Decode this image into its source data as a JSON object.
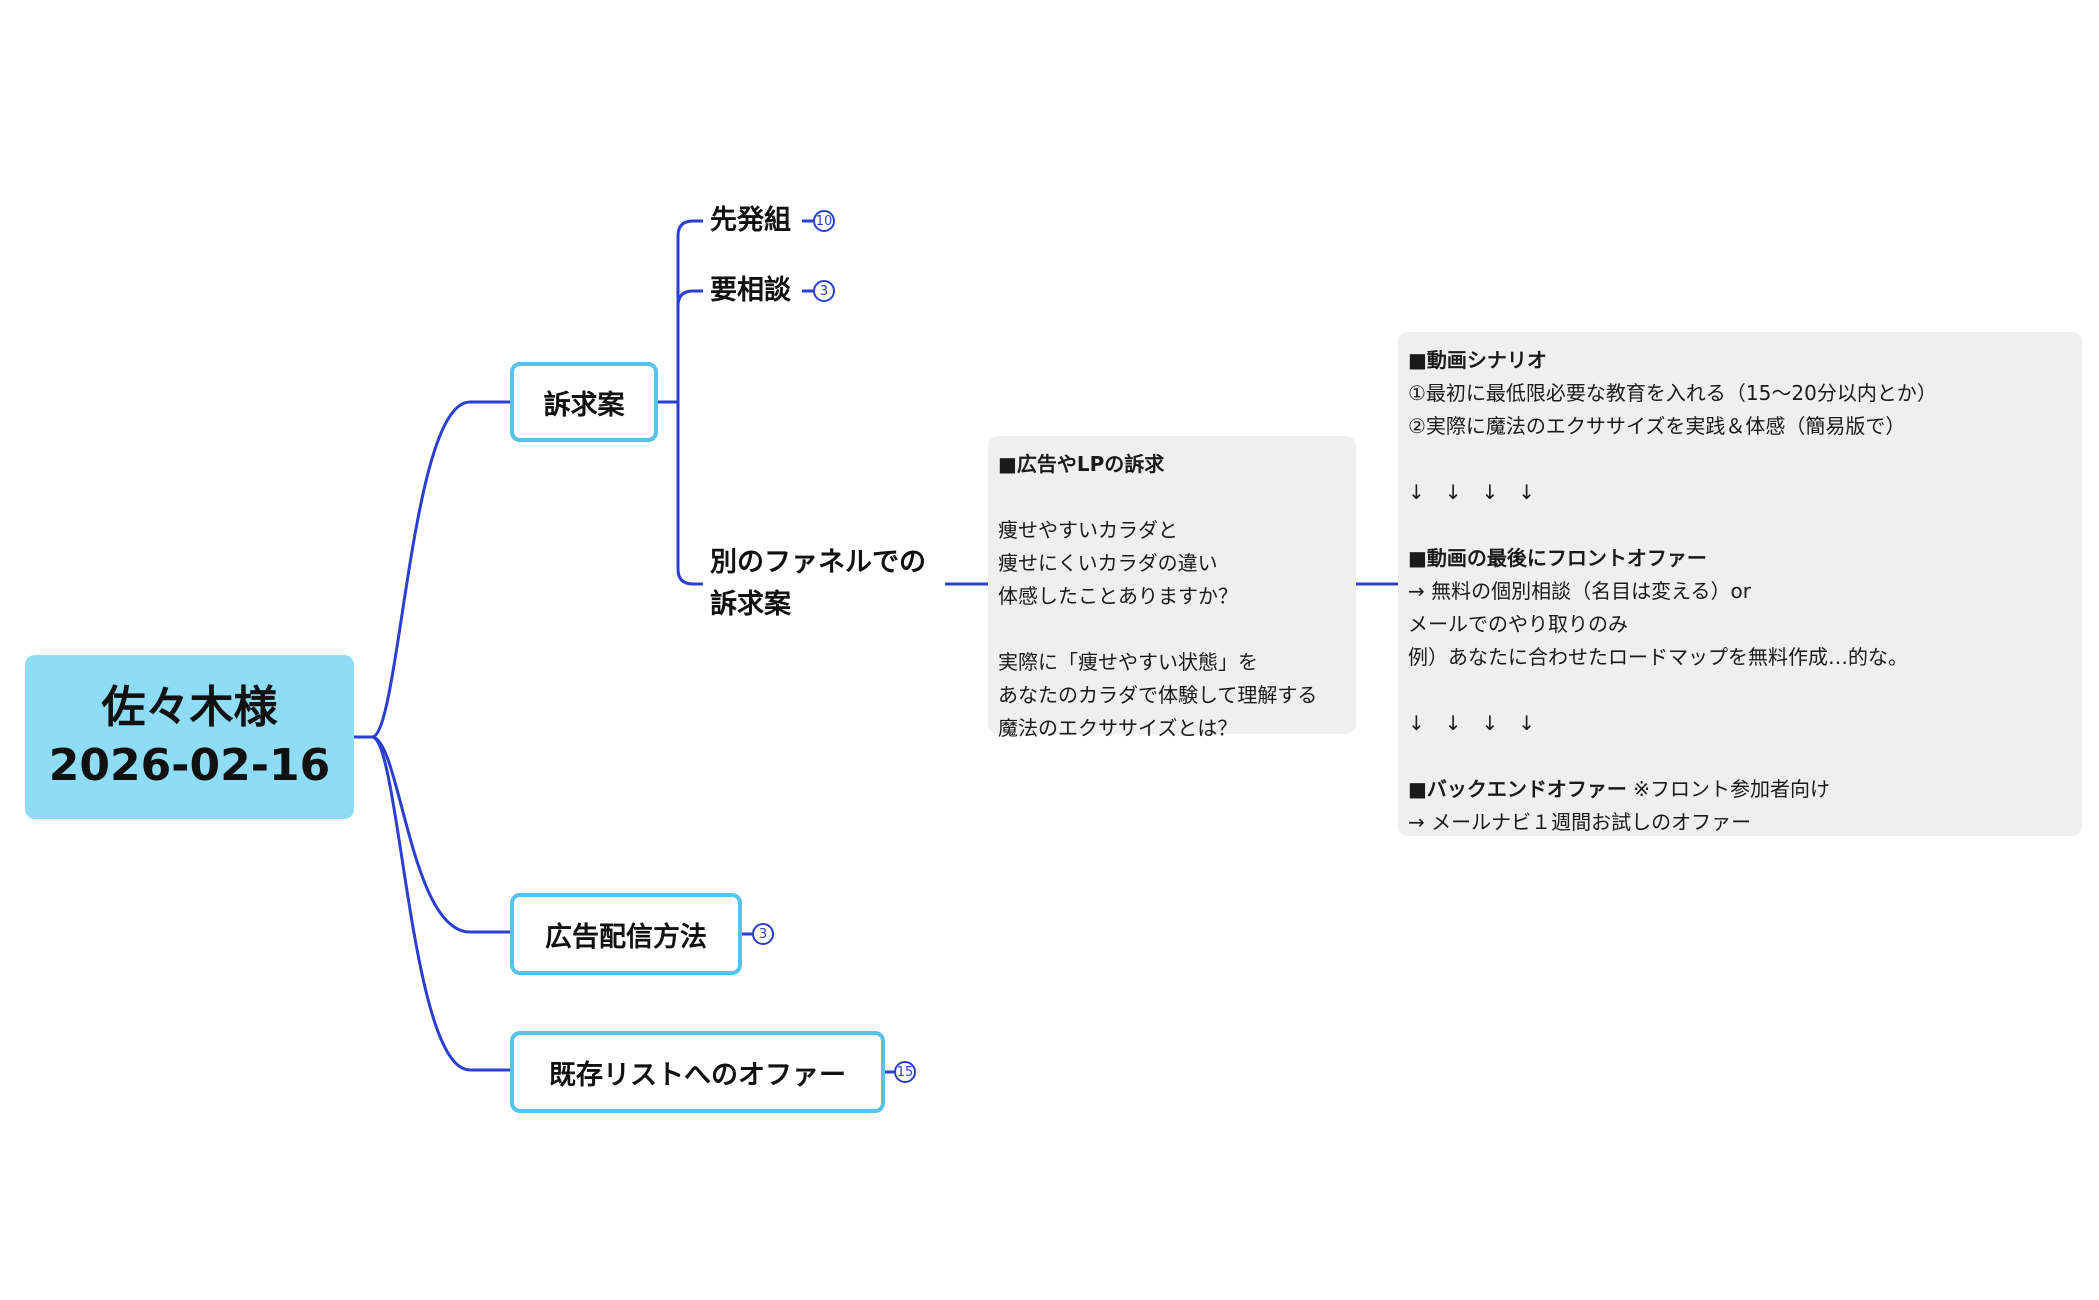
{
  "root": {
    "line1": "佐々木様",
    "line2": "2026-02-16"
  },
  "branches": {
    "appeal": {
      "label": "訴求案"
    },
    "ads": {
      "label": "広告配信方法",
      "count": "3"
    },
    "existing": {
      "label": "既存リストへのオファー",
      "count": "15"
    }
  },
  "appeal_children": {
    "early": {
      "label": "先発組",
      "count": "10"
    },
    "consult": {
      "label": "要相談",
      "count": "3"
    },
    "funnel": {
      "line1": "別のファネルでの",
      "line2": "訴求案"
    }
  },
  "note_ad": {
    "lines": [
      "■広告やLPの訴求",
      "",
      "痩せやすいカラダと",
      "痩せにくいカラダの違い",
      "体感したことありますか？",
      "",
      "実際に「痩せやすい状態」を",
      "あなたのカラダで体験して理解する",
      "魔法のエクササイズとは？"
    ]
  },
  "note_video": {
    "lines": [
      "■動画シナリオ",
      "①最初に最低限必要な教育を入れる（15〜20分以内とか）",
      "②実際に魔法のエクササイズを実践＆体感（簡易版で）",
      "",
      "↓　↓　↓　↓",
      "",
      "■動画の最後にフロントオファー",
      "→ 無料の個別相談（名目は変える）or",
      "メールでのやり取りのみ",
      "例）あなたに合わせたロードマップを無料作成…的な。",
      "",
      "↓　↓　↓　↓",
      "",
      "■バックエンドオファー",
      "→ メールナビ１週間お試しのオファー"
    ],
    "backend_suffix": " ※フロント参加者向け"
  },
  "colors": {
    "connector": "#2a3fd0",
    "root_fill": "#8fdcf7",
    "box_border": "#55c3ec",
    "note_fill": "#efefef"
  }
}
